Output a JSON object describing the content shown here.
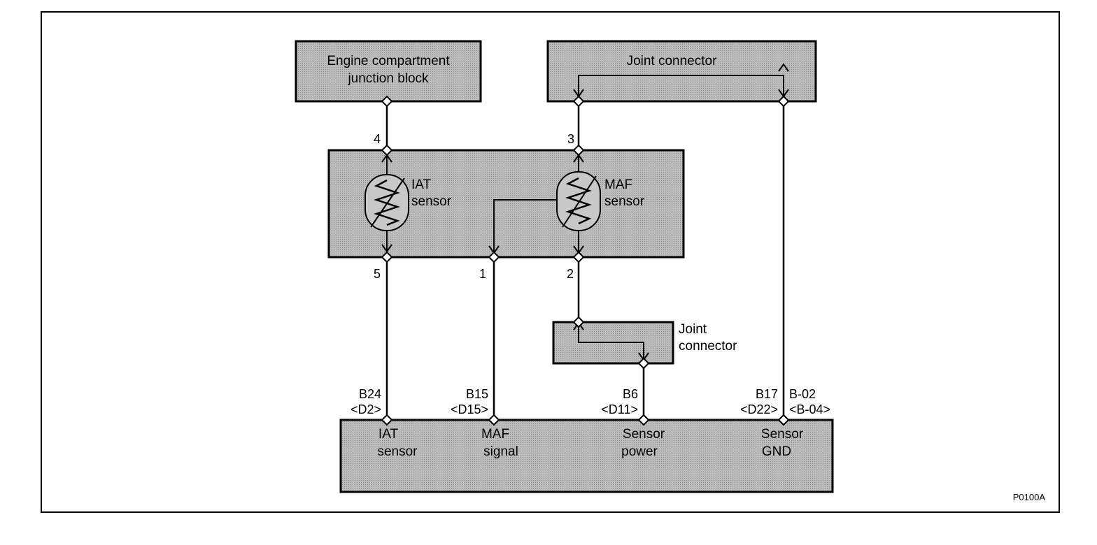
{
  "blocks": {
    "junction": [
      "Engine compartment",
      "junction block"
    ],
    "joint_top": "Joint connector",
    "joint_small": [
      "Joint",
      "connector"
    ],
    "iat": [
      "IAT",
      "sensor"
    ],
    "maf": [
      "MAF",
      "sensor"
    ],
    "ecm_pins": [
      {
        "line1": "IAT",
        "line2": "sensor",
        "code": "B24",
        "alt": "<D2>"
      },
      {
        "line1": "MAF",
        "line2": "signal",
        "code": "B15",
        "alt": "<D15>"
      },
      {
        "line1": "Sensor",
        "line2": "power",
        "code": "B6",
        "alt": "<D11>"
      },
      {
        "line1": "Sensor",
        "line2": "GND",
        "code": "B17",
        "alt": "<D22>"
      }
    ],
    "gnd_extra": {
      "code": "B-02",
      "alt": "<B-04>"
    }
  },
  "sensor_pins": {
    "p4": "4",
    "p3": "3",
    "p5": "5",
    "p1": "1",
    "p2": "2"
  },
  "figure_id": "P0100A",
  "colors": {
    "block_fill": "#b4b4b4",
    "line": "#000000"
  }
}
